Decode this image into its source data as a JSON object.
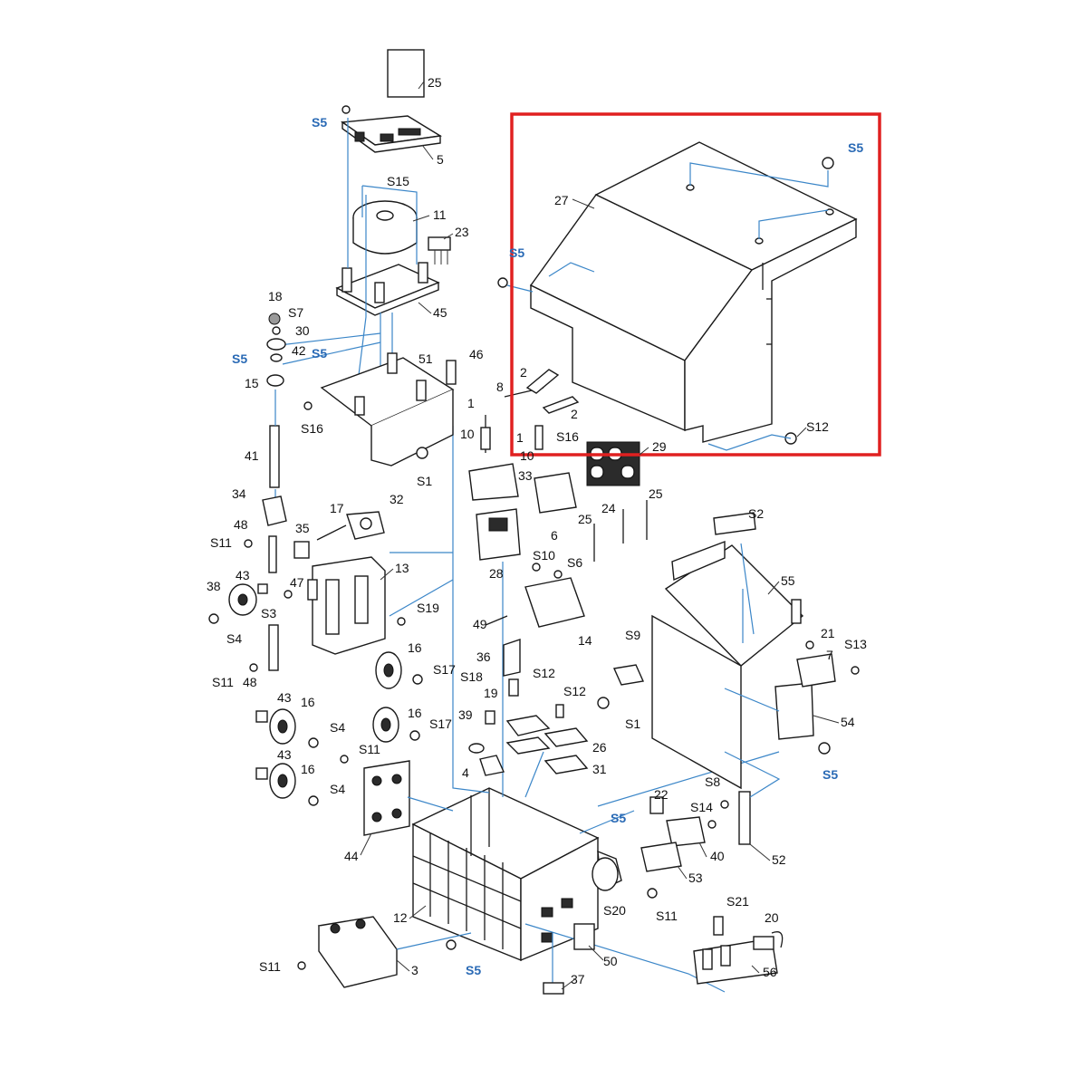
{
  "diagram": {
    "highlight_color": "#e02020",
    "assembly_line_color": "#3b86c8",
    "callout_color": "#2a6ab5",
    "labels": {
      "p25a": "25",
      "p5": "5",
      "s5_board": "S5",
      "s15": "S15",
      "p11": "11",
      "p23": "23",
      "p45": "45",
      "p18": "18",
      "s7": "S7",
      "p30": "30",
      "p42": "42",
      "s5_left": "S5",
      "s5_left2": "S5",
      "p15": "15",
      "p51": "51",
      "p46": "46",
      "s16_left": "S16",
      "s1_top": "S1",
      "p41": "41",
      "p34": "34",
      "p17": "17",
      "p32": "32",
      "p48a": "48",
      "s11a": "S11",
      "p35": "35",
      "p43a": "43",
      "p47": "47",
      "p13": "13",
      "p38": "38",
      "s3": "S3",
      "s19": "S19",
      "s4a": "S4",
      "s11b": "S11",
      "p48b": "48",
      "p16a": "16",
      "s17a": "S17",
      "p43b": "43",
      "p16b": "16",
      "s4b": "S4",
      "p16c": "16",
      "s17b": "S17",
      "s11c": "S11",
      "p43c": "43",
      "p16d": "16",
      "s4c": "S4",
      "p44": "44",
      "p12": "12",
      "s11d": "S11",
      "p3": "3",
      "s5_bottom": "S5",
      "p27": "27",
      "s5_cover": "S5",
      "s5_coverleft": "S5",
      "s12_cover": "S12",
      "p2a": "2",
      "p2b": "2",
      "p1": "1",
      "p8": "8",
      "p10a": "10",
      "s1_mid": "1",
      "p10b": "10",
      "s16_mid": "S16",
      "p33": "33",
      "p29": "29",
      "p6": "6",
      "p24": "24",
      "p25b": "25",
      "p25c": "25",
      "p28": "28",
      "s2": "S2",
      "p55": "55",
      "s10": "S10",
      "s6": "S6",
      "p49": "49",
      "p14": "14",
      "s9": "S9",
      "p21": "21",
      "s13": "S13",
      "p7": "7",
      "p36": "36",
      "s18": "S18",
      "s12a": "S12",
      "p19": "19",
      "p39": "39",
      "s12b": "S12",
      "s1_right": "S1",
      "p54": "54",
      "p26": "26",
      "p4": "4",
      "p31": "31",
      "s5_right": "S5",
      "s8": "S8",
      "p22": "22",
      "s14": "S14",
      "s5_mid": "S5",
      "p40": "40",
      "p52": "52",
      "p53": "53",
      "s11e": "S11",
      "s20": "S20",
      "s21": "S21",
      "p20": "20",
      "p50": "50",
      "p56": "56",
      "p37": "37"
    }
  }
}
